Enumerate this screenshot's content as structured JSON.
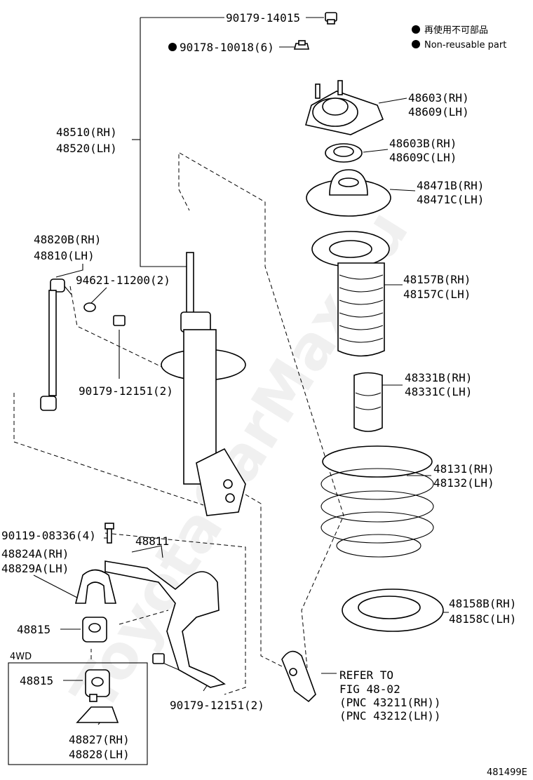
{
  "legend": {
    "non_reusable_jp": "再使用不可部品",
    "non_reusable_en": "Non-reusable part"
  },
  "labels": {
    "p90179_14015": "90179-14015",
    "p90178_10018": "90178-10018(6)",
    "p48510": "48510(RH)",
    "p48520": "48520(LH)",
    "p48603": "48603(RH)",
    "p48609": "48609(LH)",
    "p48603b": "48603B(RH)",
    "p48609c": "48609C(LH)",
    "p48471b": "48471B(RH)",
    "p48471c": "48471C(LH)",
    "p48820b": "48820B(RH)",
    "p48810": "48810(LH)",
    "p94621": "94621-11200(2)",
    "p48157b": "48157B(RH)",
    "p48157c": "48157C(LH)",
    "p90179_12151_a": "90179-12151(2)",
    "p48331b": "48331B(RH)",
    "p48331c": "48331C(LH)",
    "p48131": "48131(RH)",
    "p48132": "48132(LH)",
    "p90119": "90119-08336(4)",
    "p48811": "48811",
    "p48824a": "48824A(RH)",
    "p48829a": "48829A(LH)",
    "p48158b": "48158B(RH)",
    "p48158c": "48158C(LH)",
    "p48815_a": "48815",
    "wd4": "4WD",
    "p48815_b": "48815",
    "refer1": "REFER TO",
    "refer2": "FIG 48-02",
    "refer3": "(PNC 43211(RH))",
    "refer4": "(PNC 43212(LH))",
    "p90179_12151_b": "90179-12151(2)",
    "p48827": "48827(RH)",
    "p48828": "48828(LH)",
    "figure_id": "481499E"
  },
  "watermark": "ToyotaCarMax.ru"
}
